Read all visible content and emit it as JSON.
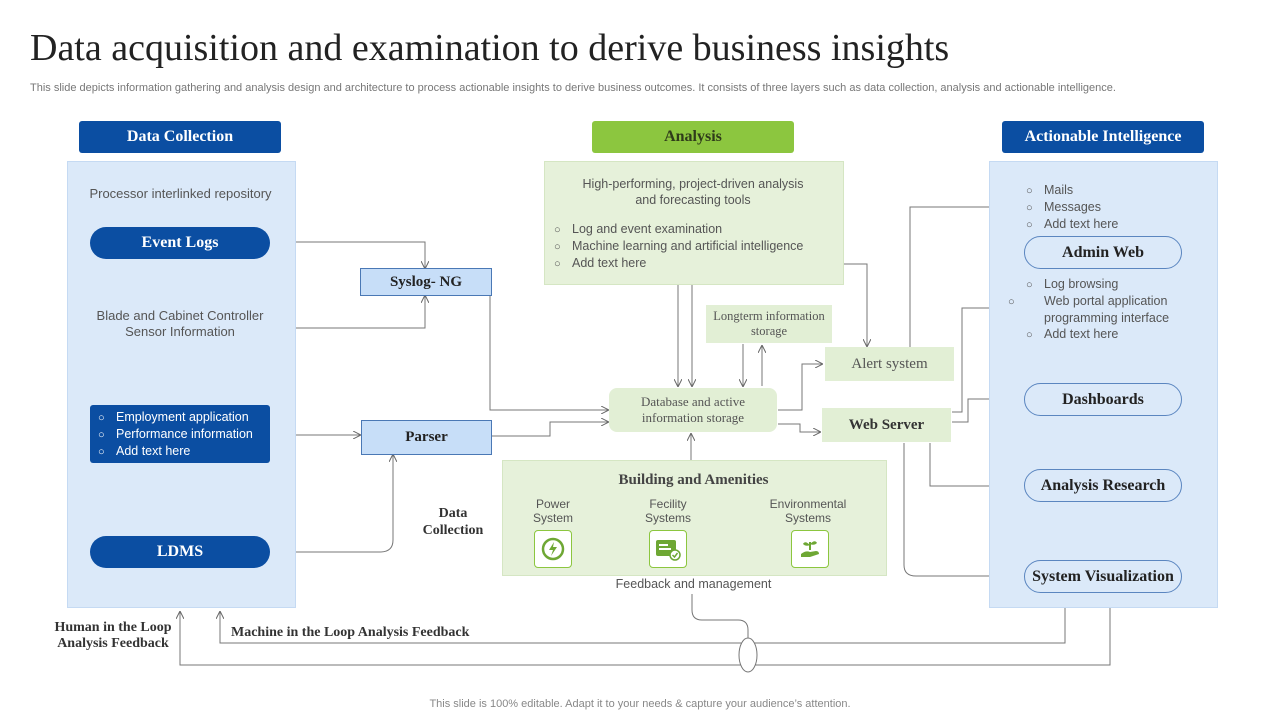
{
  "title": "Data acquisition and examination to derive business insights",
  "subtitle": "This slide depicts information gathering and analysis design and architecture to process actionable insights to derive business outcomes. It consists of three layers such as data collection, analysis and actionable intelligence.",
  "footer": "This slide is 100% editable. Adapt it to your needs & capture your audience’s attention.",
  "colors": {
    "primary_blue": "#0b4ea2",
    "accent_green": "#8cc63f",
    "panel_blue": "#dbe9f9",
    "panel_green": "#e6f1da"
  },
  "data_collection": {
    "header": "Data Collection",
    "repo_text": "Processor interlinked repository",
    "event_logs": "Event Logs",
    "blade_text": "Blade and Cabinet Controller Sensor Information",
    "bullets": [
      "Employment application",
      "Performance  information",
      "Add text here"
    ],
    "ldms": "LDMS"
  },
  "analysis": {
    "header": "Analysis",
    "tools_text": "High-performing,  project-driven  analysis and forecasting tools",
    "bullets": [
      "Log and event  examination",
      "Machine learning  and artificial intelligence",
      "Add text here"
    ],
    "syslog": "Syslog- NG",
    "parser": "Parser",
    "longterm": "Longterm information storage",
    "database": "Database and active information storage",
    "alert": "Alert system",
    "web_server": "Web Server",
    "data_collection_label": "Data Collection",
    "building": {
      "title": "Building and Amenities",
      "items": [
        {
          "label": "Power System",
          "icon": "power-icon"
        },
        {
          "label": "Fecility Systems",
          "icon": "facility-card-icon"
        },
        {
          "label": "Environmental Systems",
          "icon": "plant-hand-icon"
        }
      ],
      "feedback": "Feedback and management"
    }
  },
  "actionable": {
    "header": "Actionable Intelligence",
    "bullets_top": [
      "Mails",
      "Messages",
      "Add text here"
    ],
    "admin_web": "Admin Web",
    "bullets_mid": [
      "Log browsing",
      "Web portal application programming  interface",
      "Add text here"
    ],
    "dashboards": "Dashboards",
    "analysis_research": "Analysis Research",
    "system_visualization": "System Visualization"
  },
  "feedback": {
    "human": "Human in the Loop Analysis Feedback",
    "machine": "Machine in the Loop Analysis Feedback"
  }
}
